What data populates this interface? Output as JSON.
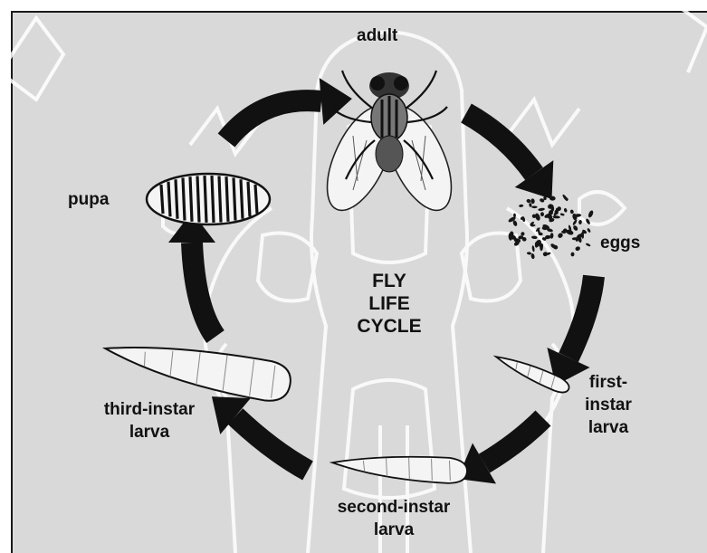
{
  "diagram": {
    "title_lines": [
      "FLY",
      "LIFE",
      "CYCLE"
    ],
    "stages": {
      "adult": "adult",
      "eggs": "eggs",
      "first_instar": [
        "first-",
        "instar",
        "larva"
      ],
      "second_instar": [
        "second-instar",
        "larva"
      ],
      "third_instar": [
        "third-instar",
        "larva"
      ],
      "pupa": "pupa"
    },
    "colors": {
      "background": "#d9d9d9",
      "arrow": "#111111",
      "watermark": "#ffffff"
    },
    "icons": [
      "fly-icon",
      "eggs-cluster-icon",
      "larva-icon",
      "pupa-icon",
      "cycle-arrow-icon"
    ]
  }
}
